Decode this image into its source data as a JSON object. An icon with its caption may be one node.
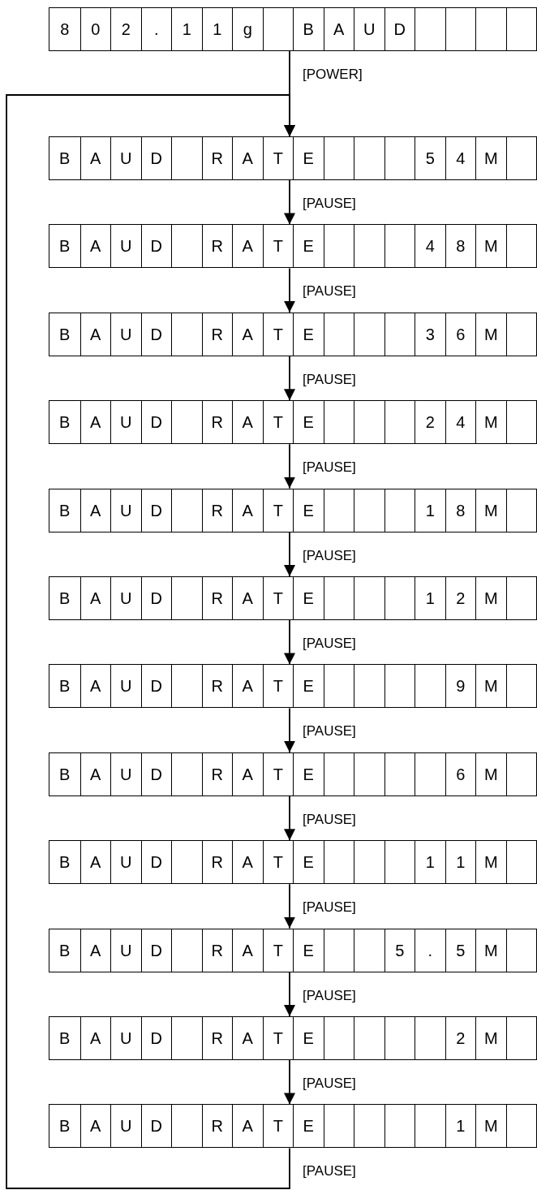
{
  "diagram": {
    "nodes": [
      {
        "text": [
          "8",
          "0",
          "2",
          ".",
          "1",
          "1",
          "g",
          "B",
          "A",
          "U",
          "D"
        ]
      },
      {
        "text": [
          "B",
          "A",
          "U",
          "D",
          "R",
          "A",
          "T",
          "E",
          "5",
          "4",
          "M"
        ]
      },
      {
        "text": [
          "B",
          "A",
          "U",
          "D",
          "R",
          "A",
          "T",
          "E",
          "4",
          "8",
          "M"
        ]
      },
      {
        "text": [
          "B",
          "A",
          "U",
          "D",
          "R",
          "A",
          "T",
          "E",
          "3",
          "6",
          "M"
        ]
      },
      {
        "text": [
          "B",
          "A",
          "U",
          "D",
          "R",
          "A",
          "T",
          "E",
          "2",
          "4",
          "M"
        ]
      },
      {
        "text": [
          "B",
          "A",
          "U",
          "D",
          "R",
          "A",
          "T",
          "E",
          "1",
          "8",
          "M"
        ]
      },
      {
        "text": [
          "B",
          "A",
          "U",
          "D",
          "R",
          "A",
          "T",
          "E",
          "1",
          "2",
          "M"
        ]
      },
      {
        "text": [
          "B",
          "A",
          "U",
          "D",
          "R",
          "A",
          "T",
          "E",
          "9",
          "M"
        ]
      },
      {
        "text": [
          "B",
          "A",
          "U",
          "D",
          "R",
          "A",
          "T",
          "E",
          "6",
          "M"
        ]
      },
      {
        "text": [
          "B",
          "A",
          "U",
          "D",
          "R",
          "A",
          "T",
          "E",
          "1",
          "1",
          "M"
        ]
      },
      {
        "text": [
          "B",
          "A",
          "U",
          "D",
          "R",
          "A",
          "T",
          "E",
          "5",
          ".",
          "5",
          "M"
        ]
      },
      {
        "text": [
          "B",
          "A",
          "U",
          "D",
          "R",
          "A",
          "T",
          "E",
          "2",
          "M"
        ]
      },
      {
        "text": [
          "B",
          "A",
          "U",
          "D",
          "R",
          "A",
          "T",
          "E",
          "1",
          "M"
        ]
      }
    ],
    "edges": [
      {
        "from": 0,
        "to": 1,
        "arrow": "to",
        "label": "[POWER]"
      },
      {
        "from": 1,
        "to": 2,
        "arrow": "to",
        "label": "[PAUSE]"
      },
      {
        "from": 2,
        "to": 3,
        "arrow": "to",
        "label": "[PAUSE]"
      },
      {
        "from": 3,
        "to": 4,
        "arrow": "to",
        "label": "[PAUSE]"
      },
      {
        "from": 4,
        "to": 5,
        "arrow": "to",
        "label": "[PAUSE]"
      },
      {
        "from": 5,
        "to": 6,
        "arrow": "to",
        "label": "[PAUSE]"
      },
      {
        "from": 6,
        "to": 7,
        "arrow": "to",
        "label": "[PAUSE]"
      },
      {
        "from": 7,
        "to": 8,
        "arrow": "to",
        "label": "[PAUSE]"
      },
      {
        "from": 8,
        "to": 9,
        "arrow": "to",
        "label": "[PAUSE]"
      },
      {
        "from": 9,
        "to": 10,
        "arrow": "to",
        "label": "[PAUSE]"
      },
      {
        "from": 10,
        "to": 11,
        "arrow": "to",
        "label": "[PAUSE]"
      },
      {
        "from": 11,
        "to": 12,
        "arrow": "to",
        "label": "[PAUSE]"
      },
      {
        "from": 12,
        "to": 1,
        "arrow": "to",
        "label": "[PAUSE]"
      }
    ]
  }
}
